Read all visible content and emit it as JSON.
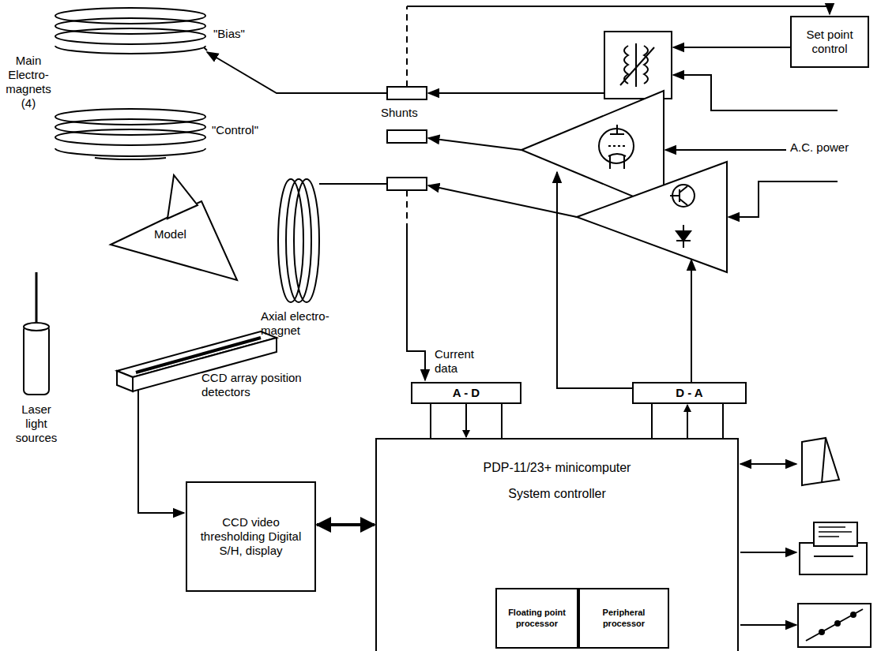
{
  "diagram": {
    "nodes": [
      {
        "text": [
          "Set point control"
        ]
      },
      {
        "text": [
          "A - D"
        ]
      },
      {
        "text": [
          "D - A"
        ]
      },
      {
        "text": [
          "PDP-11/23+ minicomputer",
          "System controller"
        ]
      },
      {
        "text": [
          "Floating point processor"
        ],
        "in": 3
      },
      {
        "text": [
          "Peripheral processor"
        ],
        "in": 3
      },
      {
        "text": [
          "CCD video thresholding Digital S/H, display"
        ]
      }
    ],
    "edges": [
      {
        "from": 1,
        "to": 3,
        "arrow": "to"
      },
      {
        "from": 3,
        "to": 2,
        "arrow": "to"
      },
      {
        "from": 6,
        "to": 3,
        "arrow": "both"
      }
    ],
    "labels": [
      "Main Electro- magnets (4)",
      "\"Bias\"",
      "\"Control\"",
      "Shunts",
      "Model",
      "Axial electro- magnet",
      "Laser light sources",
      "CCD array position detectors",
      "Current data",
      "A.C. power"
    ]
  }
}
